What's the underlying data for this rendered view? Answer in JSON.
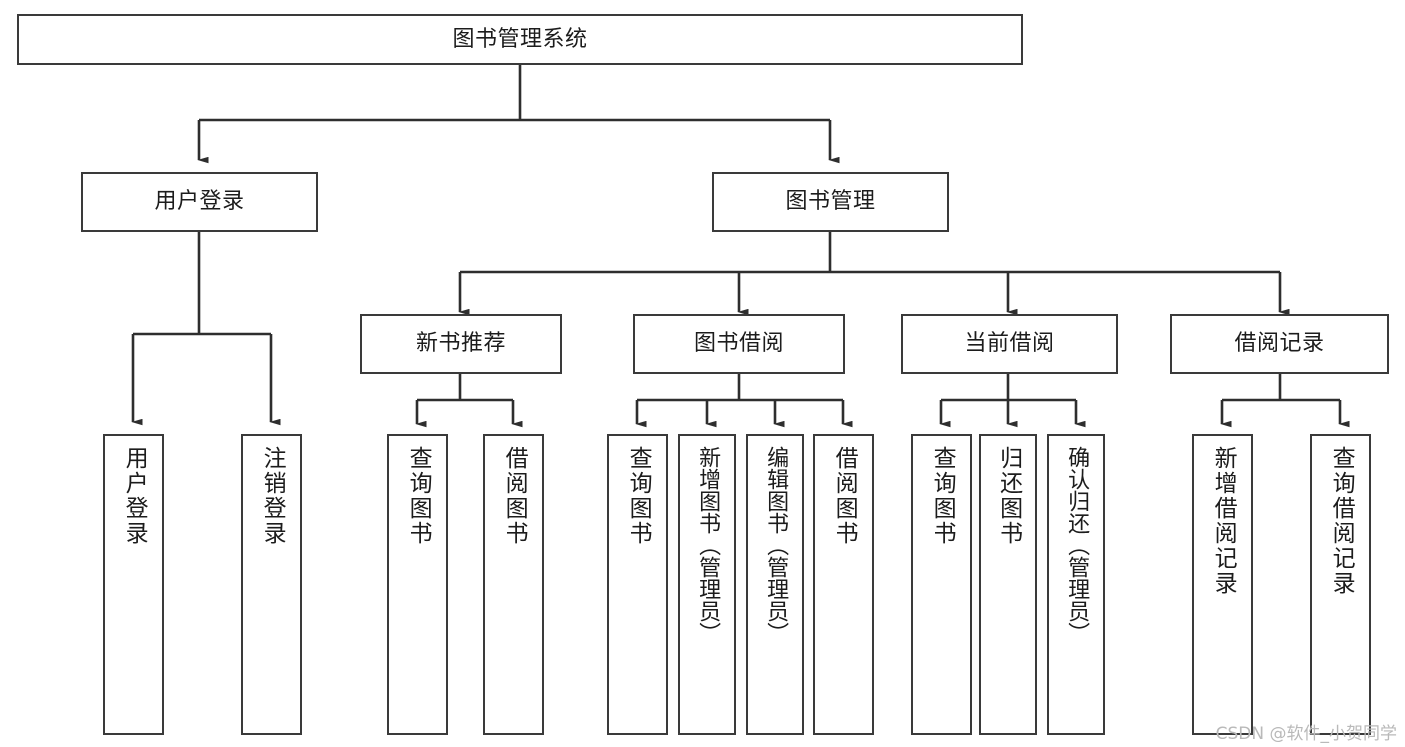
{
  "diagram": {
    "title": "图书管理系统",
    "background_color": "#ffffff",
    "stroke_color": "#3a3a3a",
    "text_color": "#1c1c1c",
    "root": {
      "id": "root",
      "label": "图书管理系统"
    },
    "level2": [
      {
        "id": "user-login",
        "label": "用户登录"
      },
      {
        "id": "book-management",
        "label": "图书管理"
      }
    ],
    "level3": [
      {
        "id": "new-book-recommend",
        "label": "新书推荐",
        "parent": "book-management"
      },
      {
        "id": "book-borrow",
        "label": "图书借阅",
        "parent": "book-management"
      },
      {
        "id": "current-borrow",
        "label": "当前借阅",
        "parent": "book-management"
      },
      {
        "id": "borrow-record",
        "label": "借阅记录",
        "parent": "book-management"
      }
    ],
    "leaves": [
      {
        "id": "leaf-user-login",
        "label": "用户登录",
        "parent": "user-login"
      },
      {
        "id": "leaf-user-logout",
        "label": "注销登录",
        "parent": "user-login"
      },
      {
        "id": "leaf-query-book-1",
        "label": "查询图书",
        "parent": "new-book-recommend"
      },
      {
        "id": "leaf-borrow-book-1",
        "label": "借阅图书",
        "parent": "new-book-recommend"
      },
      {
        "id": "leaf-query-book-2",
        "label": "查询图书",
        "parent": "book-borrow"
      },
      {
        "id": "leaf-add-book",
        "label": "新增图书（管理员）",
        "parent": "book-borrow"
      },
      {
        "id": "leaf-edit-book",
        "label": "编辑图书（管理员）",
        "parent": "book-borrow"
      },
      {
        "id": "leaf-borrow-book-2",
        "label": "借阅图书",
        "parent": "book-borrow"
      },
      {
        "id": "leaf-query-book-3",
        "label": "查询图书",
        "parent": "current-borrow"
      },
      {
        "id": "leaf-return-book",
        "label": "归还图书",
        "parent": "current-borrow"
      },
      {
        "id": "leaf-confirm-return",
        "label": "确认归还（管理员）",
        "parent": "current-borrow"
      },
      {
        "id": "leaf-add-record",
        "label": "新增借阅记录",
        "parent": "borrow-record"
      },
      {
        "id": "leaf-query-record",
        "label": "查询借阅记录",
        "parent": "borrow-record"
      }
    ]
  },
  "watermark": {
    "text": "CSDN @软件_小贺同学"
  }
}
